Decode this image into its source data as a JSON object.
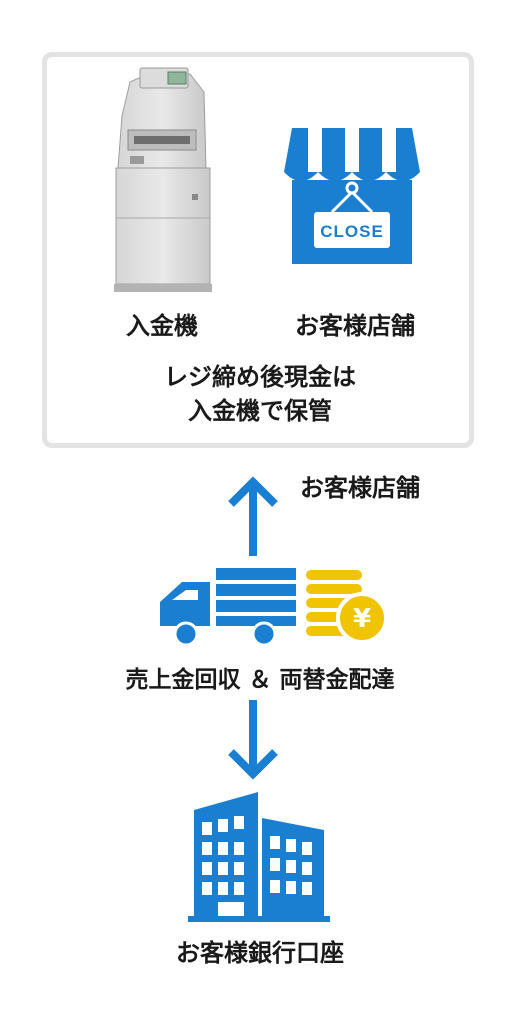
{
  "store_box": {
    "machine_label": "入金機",
    "store_label": "お客様店舗",
    "note_line1": "レジ締め後現金は",
    "note_line2": "入金機で保管",
    "sign_text": "CLOSE"
  },
  "side_label": "お客様店舗",
  "service_label": "売上金回収 ＆ 両替金配達",
  "coin_symbol": "¥",
  "bank_label": "お客様銀行口座",
  "colors": {
    "blue": "#1b7fd1",
    "gold": "#f0c400",
    "border": "#e3e3e3"
  }
}
